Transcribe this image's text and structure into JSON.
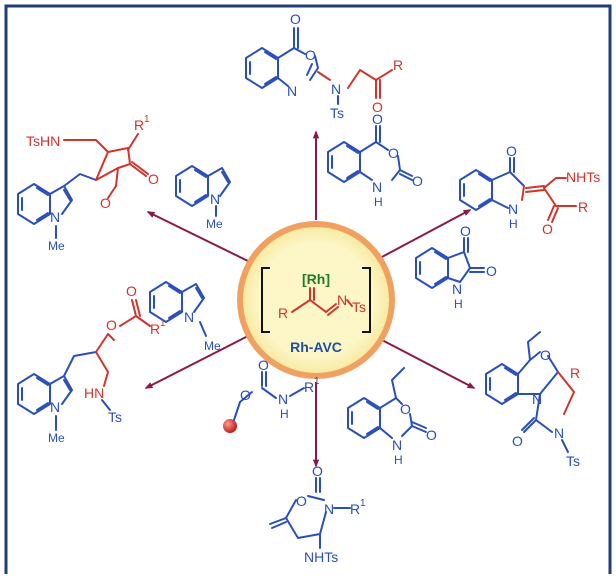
{
  "center": {
    "rh_label": "[Rh]",
    "r_label": "R",
    "n_label": "N",
    "ts_label": "Ts",
    "name": "Rh-AVC"
  },
  "reagents": {
    "indole_upper_me": "Me",
    "indole_upper_n": "N",
    "indole_lower_me": "Me",
    "indole_lower_n": "N",
    "anhydride_o1": "O",
    "anhydride_o2": "O",
    "anhydride_o3": "O",
    "anhydride_nh": "N",
    "anhydride_h": "H",
    "isatin_o1": "O",
    "isatin_o2": "O",
    "isatin_nh": "N",
    "isatin_h": "H",
    "carbamate_o1": "O",
    "carbamate_o2": "O",
    "carbamate_n": "N",
    "carbamate_h": "H",
    "carbamate_r1": "R",
    "carbamate_sup": "1",
    "vinyl_o1": "O",
    "vinyl_o2": "O",
    "vinyl_n": "N",
    "vinyl_h": "H"
  },
  "products": {
    "top": {
      "o1": "O",
      "o2": "O",
      "n1": "N",
      "n2": "N",
      "ts": "Ts",
      "o3": "O",
      "r": "R"
    },
    "upper_right": {
      "o1": "O",
      "nhts": "NHTs",
      "n": "N",
      "h": "H",
      "o2": "O",
      "r": "R"
    },
    "lower_right": {
      "o1": "O",
      "n1": "N",
      "n2": "N",
      "r": "R",
      "o2": "O",
      "ts": "Ts"
    },
    "bottom": {
      "o1": "O",
      "o2": "O",
      "n": "N",
      "r1": "R",
      "sup": "1",
      "nhts": "NHTs"
    },
    "lower_left": {
      "o1": "O",
      "o2": "O",
      "r1": "R",
      "sup": "1",
      "hn": "HN",
      "ts": "Ts",
      "n": "N",
      "me": "Me"
    },
    "upper_left": {
      "tshn": "TsHN",
      "r1": "R",
      "sup": "1",
      "o1": "O",
      "o2": "O",
      "n": "N",
      "me": "Me"
    }
  },
  "colors": {
    "blue": "#2a4fb8",
    "red": "#d0342c",
    "arrow": "#8a1a4a",
    "frame": "#1f3d7a",
    "circle_fill": "#fdf7c8",
    "circle_ring": "#f0a060",
    "rh_green": "#1f7a2a",
    "name_blue": "#1f4fa0"
  },
  "icons": {
    "solid_support": "red-sphere-icon"
  }
}
